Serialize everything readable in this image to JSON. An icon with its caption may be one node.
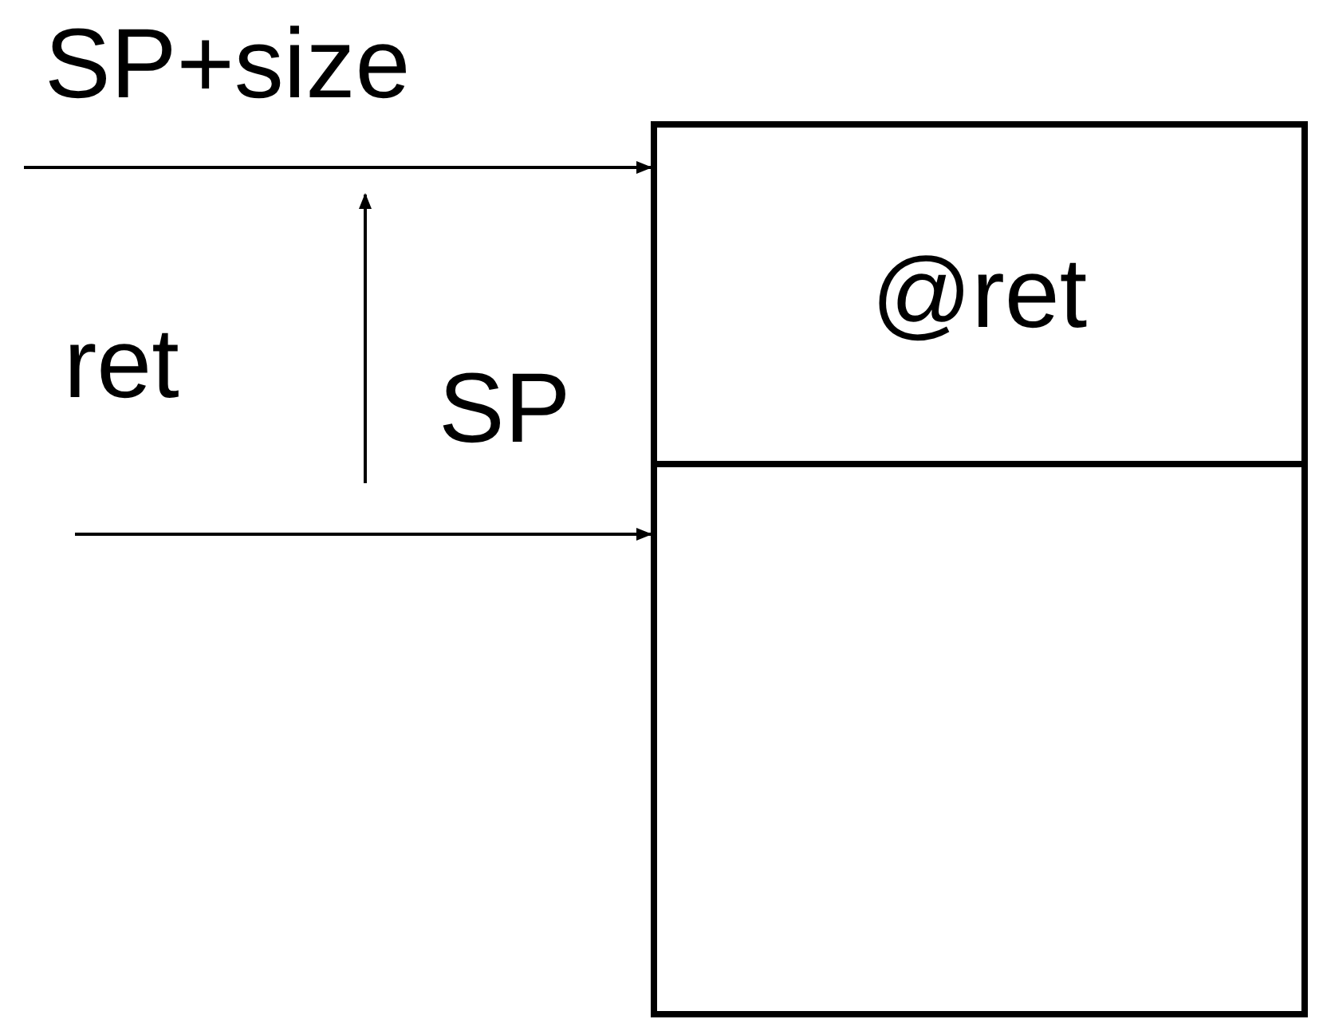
{
  "diagram": {
    "nodes": [
      {
        "text": [
          "@ret"
        ]
      },
      {
        "text": [],
        "shape": "box"
      }
    ],
    "edges": [
      {
        "from": null,
        "to": 0,
        "arrow": "to",
        "label": "SP+size"
      },
      {
        "from": null,
        "to": 1,
        "arrow": "to",
        "label": "SP"
      }
    ],
    "labels": [
      "ret"
    ]
  }
}
